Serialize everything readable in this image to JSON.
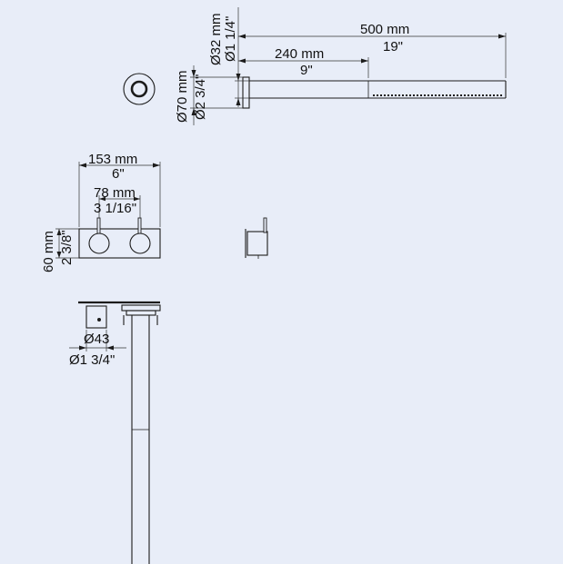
{
  "dimensions": {
    "spout_length_mm": "500 mm",
    "spout_length_in": "19\"",
    "spout_projection_mm": "240 mm",
    "spout_projection_in": "9\"",
    "spout_dia_mm": "Ø32 mm",
    "spout_dia_in": "Ø1 1/4\"",
    "rosette_dia_mm": "Ø70 mm",
    "rosette_dia_in": "Ø2 3/4\"",
    "plate_width_mm": "153 mm",
    "plate_width_in": "6\"",
    "center_dist_mm": "78 mm",
    "center_dist_in": "3 1/16\"",
    "plate_height_mm": "60 mm",
    "plate_height_in": "2 3/8\"",
    "handle_dia_mm": "Ø43",
    "handle_dia_in": "Ø1 3/4\""
  }
}
